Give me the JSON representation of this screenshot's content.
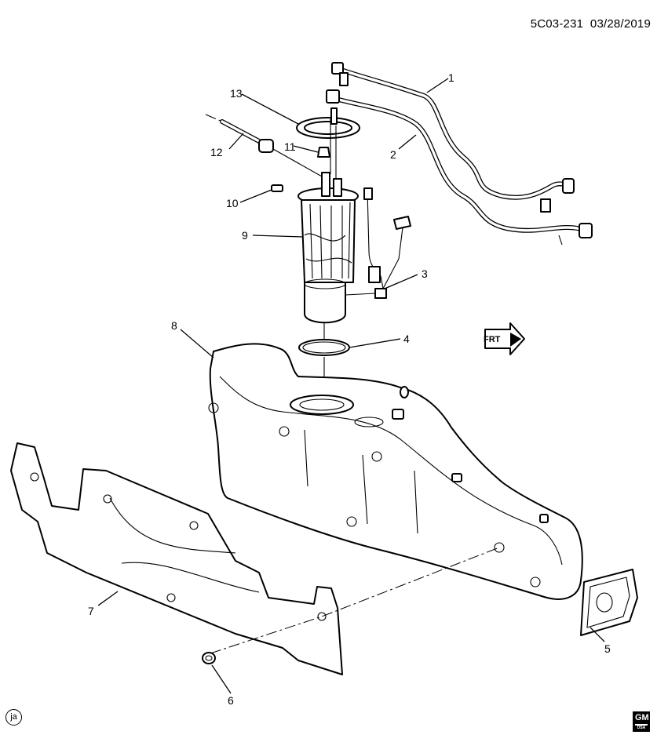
{
  "header": {
    "diagram_code": "5C03-231",
    "date": "03/28/2019"
  },
  "orientation": {
    "label": "FRT",
    "icon": "arrow-right-icon"
  },
  "callouts": [
    "1",
    "2",
    "3",
    "4",
    "5",
    "6",
    "7",
    "8",
    "9",
    "10",
    "11",
    "12",
    "13"
  ],
  "footer": {
    "illustrator_initials": "ja",
    "logo": "gm-logo-icon"
  }
}
